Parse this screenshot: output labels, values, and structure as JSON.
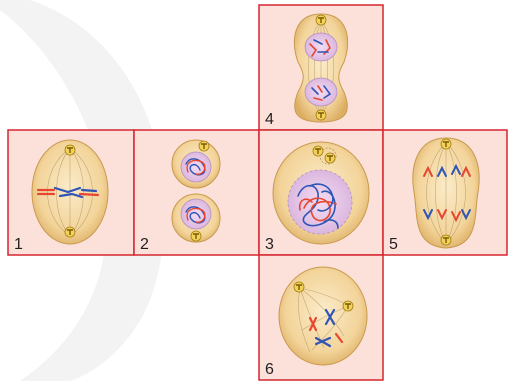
{
  "colors": {
    "panel_fill": "#fbe1da",
    "panel_border": "#d5262f",
    "watermark": "#f2f2f2",
    "cell_outer": "#e7bf7a",
    "cell_inner": "#f9e3b8",
    "nucleus": "#efd4ee",
    "spindle": "#b59a6a",
    "chromosome_red": "#e8472f",
    "chromosome_blue": "#2f56b5",
    "centrosome": "#c9a01b"
  },
  "panels": [
    {
      "id": "p4",
      "label": "4",
      "stage_icon": "telophase-cell-icon"
    },
    {
      "id": "p1",
      "label": "1",
      "stage_icon": "metaphase-cell-icon"
    },
    {
      "id": "p2",
      "label": "2",
      "stage_icon": "daughter-cells-icon"
    },
    {
      "id": "p3",
      "label": "3",
      "stage_icon": "prophase-cell-icon"
    },
    {
      "id": "p5",
      "label": "5",
      "stage_icon": "anaphase-cell-icon"
    },
    {
      "id": "p6",
      "label": "6",
      "stage_icon": "prometaphase-cell-icon"
    }
  ]
}
